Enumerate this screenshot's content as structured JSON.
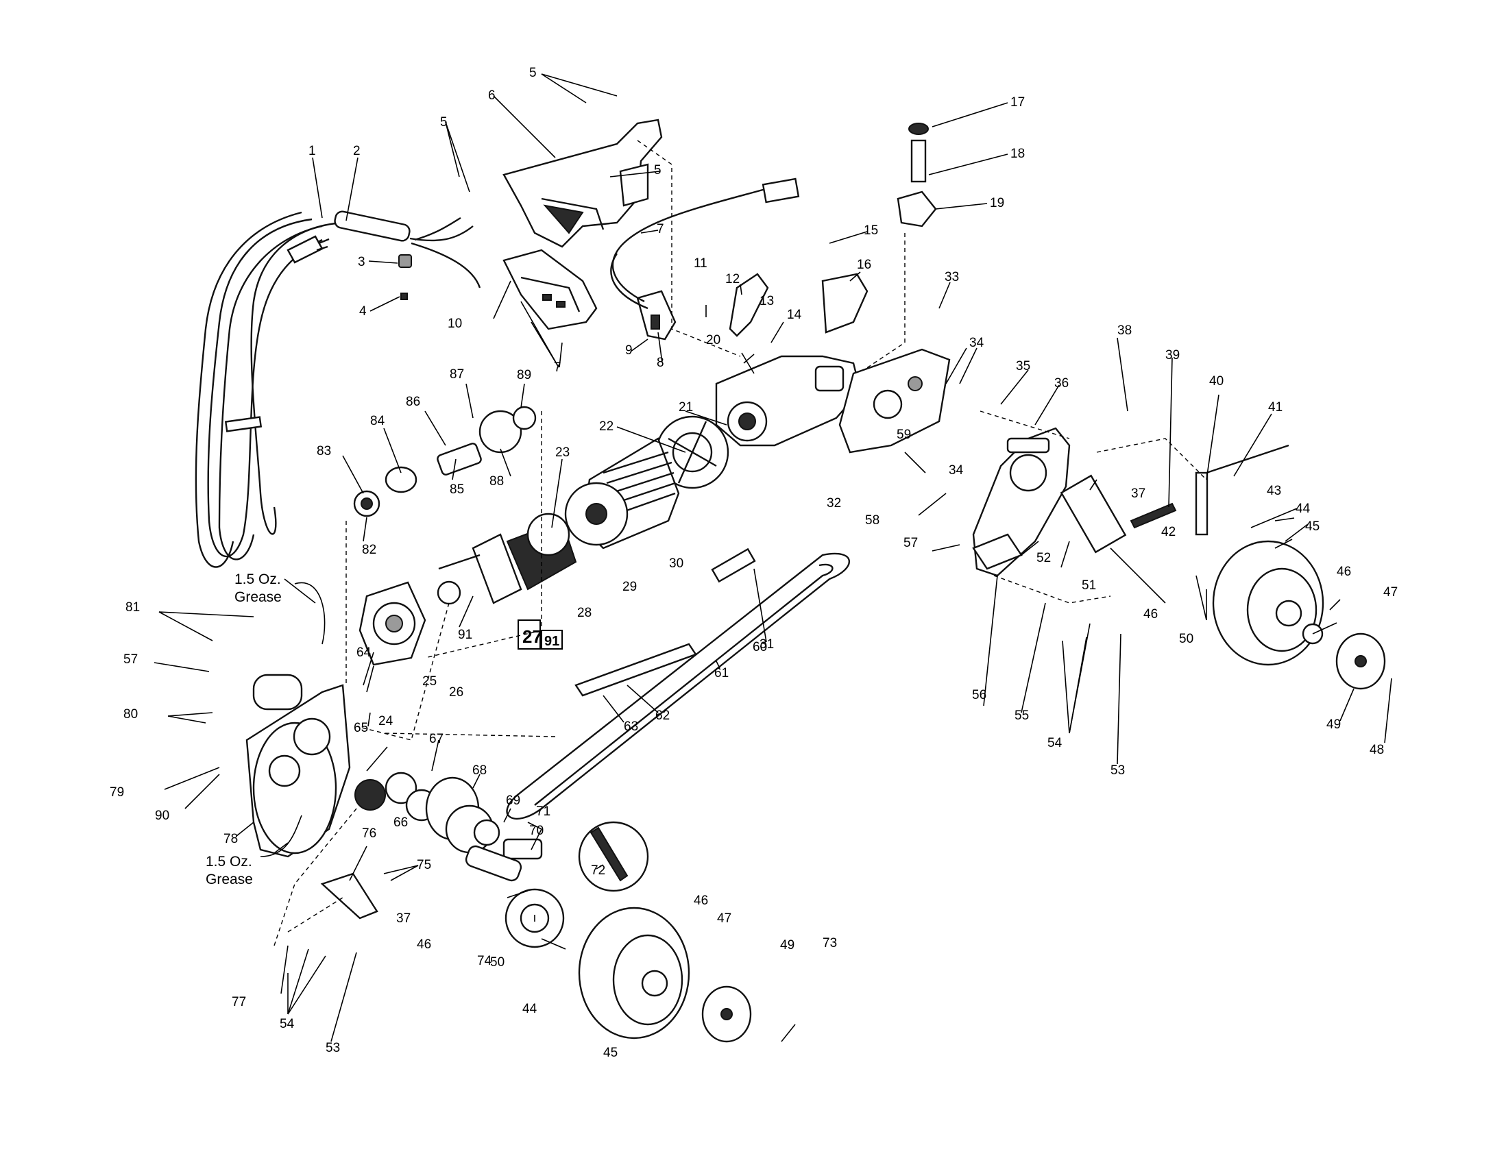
{
  "diagram": {
    "notes": {
      "grease_top": "1.5 Oz.\nGrease",
      "grease_bottom": "1.5 Oz.\nGrease"
    },
    "boxed_label": {
      "main": "27",
      "sub": "91"
    },
    "callouts": [
      {
        "id": "1",
        "label": "1"
      },
      {
        "id": "2",
        "label": "2"
      },
      {
        "id": "3",
        "label": "3"
      },
      {
        "id": "4",
        "label": "4"
      },
      {
        "id": "5a",
        "label": "5"
      },
      {
        "id": "5b",
        "label": "5"
      },
      {
        "id": "5c",
        "label": "5"
      },
      {
        "id": "6",
        "label": "6"
      },
      {
        "id": "7a",
        "label": "7"
      },
      {
        "id": "7b",
        "label": "7"
      },
      {
        "id": "8",
        "label": "8"
      },
      {
        "id": "9",
        "label": "9"
      },
      {
        "id": "10",
        "label": "10"
      },
      {
        "id": "11",
        "label": "11"
      },
      {
        "id": "12",
        "label": "12"
      },
      {
        "id": "13",
        "label": "13"
      },
      {
        "id": "14",
        "label": "14"
      },
      {
        "id": "15",
        "label": "15"
      },
      {
        "id": "16",
        "label": "16"
      },
      {
        "id": "17",
        "label": "17"
      },
      {
        "id": "18",
        "label": "18"
      },
      {
        "id": "19",
        "label": "19"
      },
      {
        "id": "20",
        "label": "20"
      },
      {
        "id": "21",
        "label": "21"
      },
      {
        "id": "22",
        "label": "22"
      },
      {
        "id": "23",
        "label": "23"
      },
      {
        "id": "24",
        "label": "24"
      },
      {
        "id": "25",
        "label": "25"
      },
      {
        "id": "26",
        "label": "26"
      },
      {
        "id": "28",
        "label": "28"
      },
      {
        "id": "29",
        "label": "29"
      },
      {
        "id": "30",
        "label": "30"
      },
      {
        "id": "31",
        "label": "31"
      },
      {
        "id": "32",
        "label": "32"
      },
      {
        "id": "33",
        "label": "33"
      },
      {
        "id": "34a",
        "label": "34"
      },
      {
        "id": "34b",
        "label": "34"
      },
      {
        "id": "35",
        "label": "35"
      },
      {
        "id": "36",
        "label": "36"
      },
      {
        "id": "37a",
        "label": "37"
      },
      {
        "id": "37b",
        "label": "37"
      },
      {
        "id": "38",
        "label": "38"
      },
      {
        "id": "39",
        "label": "39"
      },
      {
        "id": "40",
        "label": "40"
      },
      {
        "id": "41",
        "label": "41"
      },
      {
        "id": "42",
        "label": "42"
      },
      {
        "id": "43",
        "label": "43"
      },
      {
        "id": "44a",
        "label": "44"
      },
      {
        "id": "44b",
        "label": "44"
      },
      {
        "id": "45a",
        "label": "45"
      },
      {
        "id": "45b",
        "label": "45"
      },
      {
        "id": "46a",
        "label": "46"
      },
      {
        "id": "46b",
        "label": "46"
      },
      {
        "id": "46c",
        "label": "46"
      },
      {
        "id": "46d",
        "label": "46"
      },
      {
        "id": "47a",
        "label": "47"
      },
      {
        "id": "47b",
        "label": "47"
      },
      {
        "id": "48",
        "label": "48"
      },
      {
        "id": "49a",
        "label": "49"
      },
      {
        "id": "49b",
        "label": "49"
      },
      {
        "id": "50a",
        "label": "50"
      },
      {
        "id": "50b",
        "label": "50"
      },
      {
        "id": "51",
        "label": "51"
      },
      {
        "id": "52",
        "label": "52"
      },
      {
        "id": "53a",
        "label": "53"
      },
      {
        "id": "53b",
        "label": "53"
      },
      {
        "id": "54a",
        "label": "54"
      },
      {
        "id": "54b",
        "label": "54"
      },
      {
        "id": "55",
        "label": "55"
      },
      {
        "id": "56",
        "label": "56"
      },
      {
        "id": "57a",
        "label": "57"
      },
      {
        "id": "57b",
        "label": "57"
      },
      {
        "id": "58",
        "label": "58"
      },
      {
        "id": "59",
        "label": "59"
      },
      {
        "id": "60",
        "label": "60"
      },
      {
        "id": "61",
        "label": "61"
      },
      {
        "id": "62",
        "label": "62"
      },
      {
        "id": "63",
        "label": "63"
      },
      {
        "id": "64",
        "label": "64"
      },
      {
        "id": "65",
        "label": "65"
      },
      {
        "id": "66",
        "label": "66"
      },
      {
        "id": "67",
        "label": "67"
      },
      {
        "id": "68",
        "label": "68"
      },
      {
        "id": "69",
        "label": "69"
      },
      {
        "id": "70",
        "label": "70"
      },
      {
        "id": "71",
        "label": "71"
      },
      {
        "id": "72",
        "label": "72"
      },
      {
        "id": "73",
        "label": "73"
      },
      {
        "id": "74",
        "label": "74"
      },
      {
        "id": "75",
        "label": "75"
      },
      {
        "id": "76",
        "label": "76"
      },
      {
        "id": "77",
        "label": "77"
      },
      {
        "id": "78",
        "label": "78"
      },
      {
        "id": "79",
        "label": "79"
      },
      {
        "id": "80",
        "label": "80"
      },
      {
        "id": "81",
        "label": "81"
      },
      {
        "id": "82",
        "label": "82"
      },
      {
        "id": "83",
        "label": "83"
      },
      {
        "id": "84",
        "label": "84"
      },
      {
        "id": "85",
        "label": "85"
      },
      {
        "id": "86",
        "label": "86"
      },
      {
        "id": "87",
        "label": "87"
      },
      {
        "id": "88",
        "label": "88"
      },
      {
        "id": "89",
        "label": "89"
      },
      {
        "id": "90",
        "label": "90"
      },
      {
        "id": "91",
        "label": "91"
      }
    ]
  }
}
